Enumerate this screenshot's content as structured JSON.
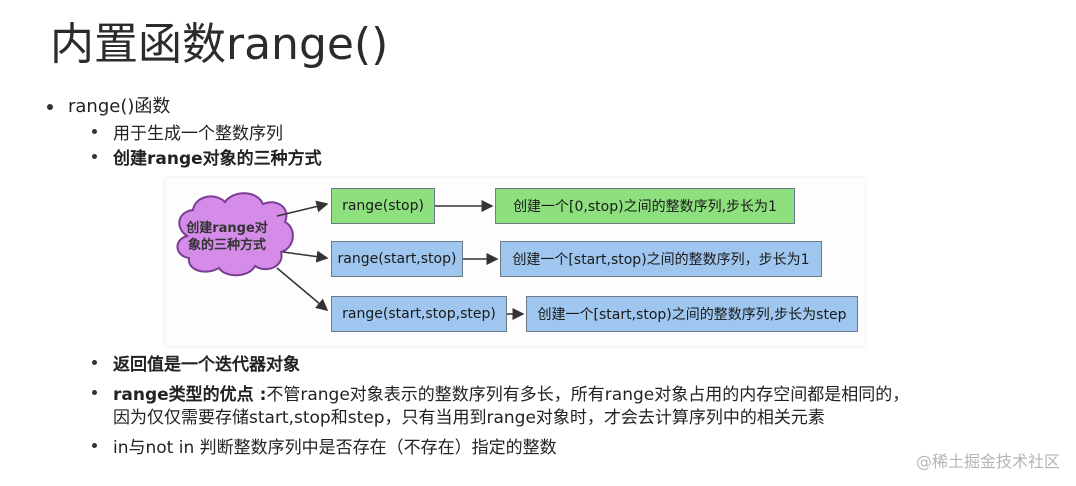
{
  "slide": {
    "title": "内置函数range()",
    "bullets": {
      "b1": "range()函数",
      "b1_sub1": "用于生成一个整数序列",
      "b1_sub2": "创建range对象的三种方式",
      "b2": "返回值是一个迭代器对象",
      "b3_bold": "range类型的优点 :",
      "b3_rest": "不管range对象表示的整数序列有多长，所有range对象占用的内存空间都是相同的，",
      "b3_line2": "因为仅仅需要存储start,stop和step，只有当用到range对象时，才会去计算序列中的相关元素",
      "b4": "in与not in 判断整数序列中是否存在（不存在）指定的整数"
    }
  },
  "diagram": {
    "cloud_line1": "创建range对",
    "cloud_line2": "象的三种方式",
    "rows": [
      {
        "call": "range(stop)",
        "desc": "创建一个[0,stop)之间的整数序列,步长为1"
      },
      {
        "call": "range(start,stop)",
        "desc": "创建一个[start,stop)之间的整数序列，步长为1"
      },
      {
        "call": "range(start,stop,step)",
        "desc": "创建一个[start,stop)之间的整数序列,步长为step"
      }
    ],
    "colors": {
      "green": "#8ee07f",
      "blue": "#9fc6ee",
      "cloud": "#d58ce8"
    }
  },
  "watermark": "@稀土掘金技术社区"
}
